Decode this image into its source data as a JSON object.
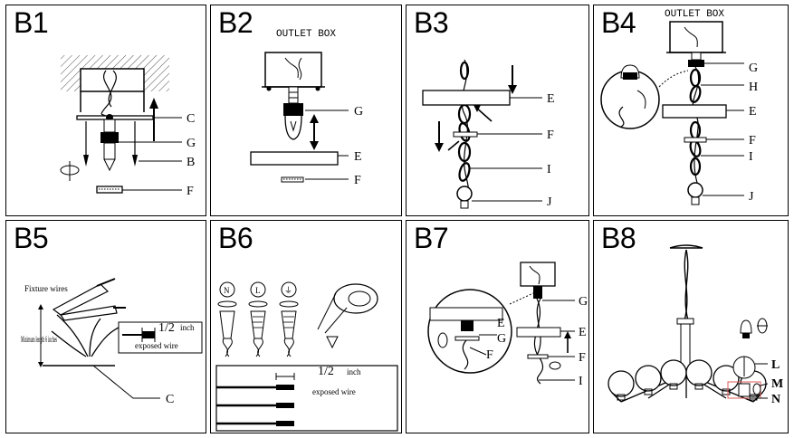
{
  "panels": [
    {
      "id": "B1",
      "title": "B1",
      "labels": [
        "C",
        "G",
        "B",
        "F"
      ]
    },
    {
      "id": "B2",
      "title": "B2",
      "caption": "OUTLET BOX",
      "labels": [
        "G",
        "E",
        "F"
      ]
    },
    {
      "id": "B3",
      "title": "B3",
      "labels": [
        "E",
        "F",
        "I",
        "J"
      ]
    },
    {
      "id": "B4",
      "title": "B4",
      "caption": "OUTLET BOX",
      "labels": [
        "G",
        "H",
        "E",
        "F",
        "I",
        "J"
      ]
    },
    {
      "id": "B5",
      "title": "B5",
      "fixture_wires": "Fixture wires",
      "min_length": "Minimum length 6 inches",
      "fraction": "1/2",
      "inch": "inch",
      "exposed": "exposed wire",
      "labels": [
        "C"
      ]
    },
    {
      "id": "B6",
      "title": "B6",
      "symbols": [
        "N",
        "L",
        "⏚"
      ],
      "fraction": "1/2",
      "inch": "inch",
      "exposed": "exposed wire"
    },
    {
      "id": "B7",
      "title": "B7",
      "labels_zoom": [
        "E",
        "G",
        "F"
      ],
      "labels": [
        "G",
        "E",
        "F",
        "I"
      ]
    },
    {
      "id": "B8",
      "title": "B8",
      "labels": [
        "L",
        "M",
        "N"
      ]
    }
  ],
  "colors": {
    "line": "#000000",
    "hatch": "#555555",
    "highlight": "#e05a5a"
  }
}
